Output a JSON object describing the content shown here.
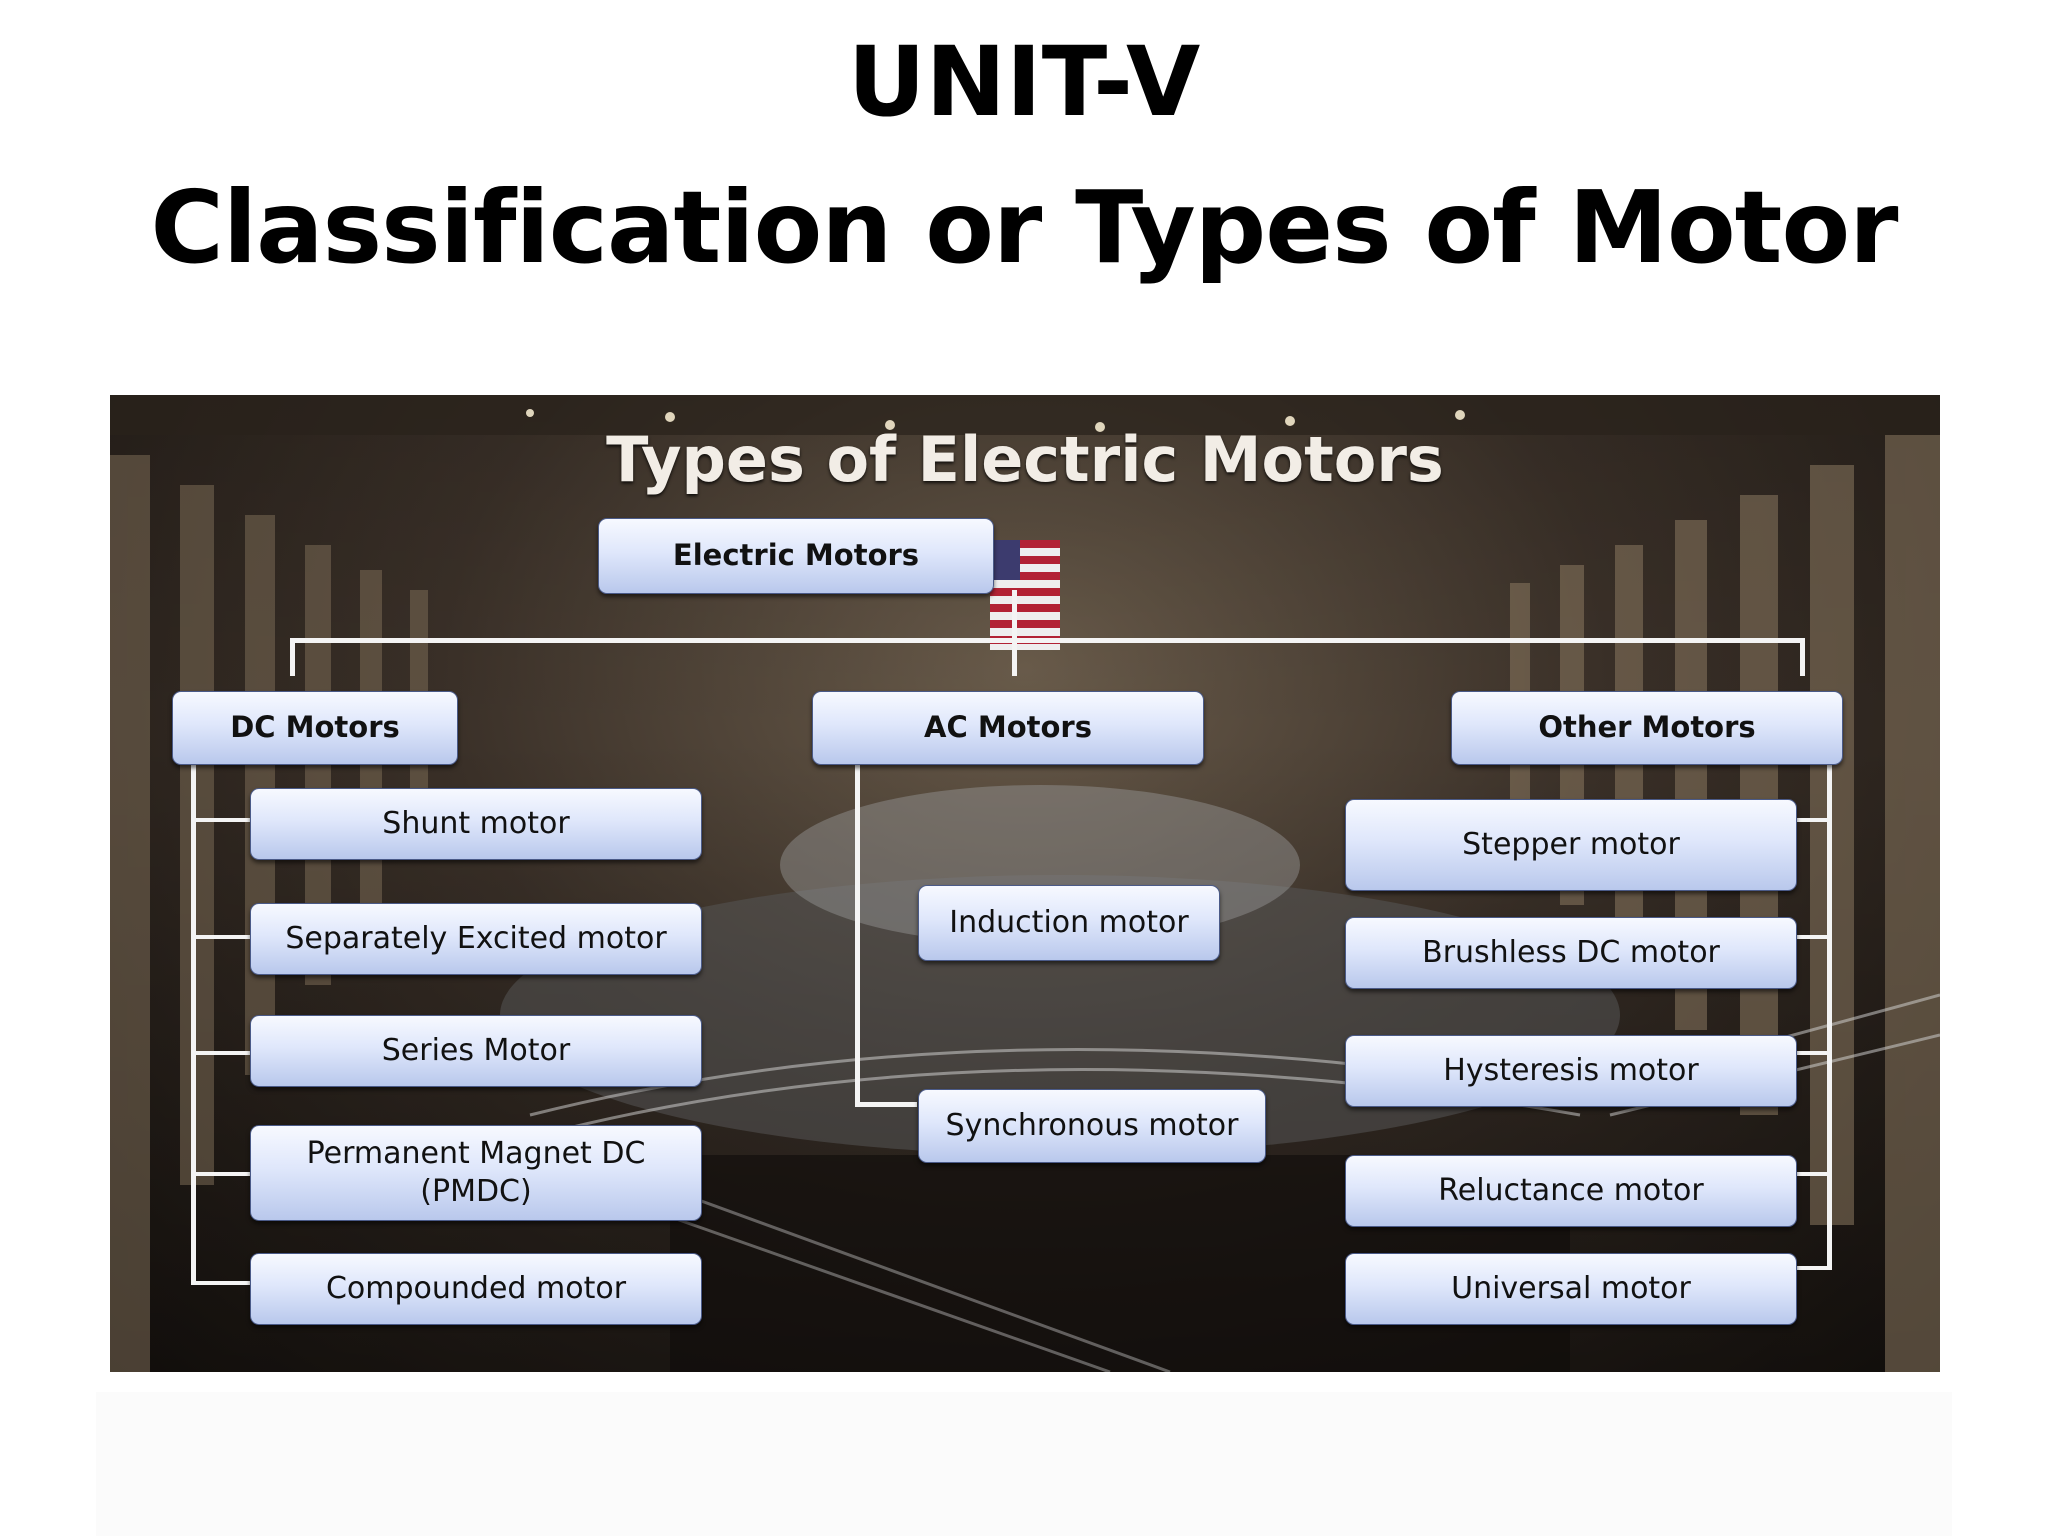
{
  "slide": {
    "title_line1": "UNIT-V",
    "title_line2": "Classification or Types of Motor"
  },
  "diagram": {
    "panel_title": "Types of Electric Motors",
    "root": "Electric Motors",
    "branches": [
      {
        "label": "DC Motors",
        "children": [
          "Shunt motor",
          "Separately Excited motor",
          "Series Motor",
          "Permanent Magnet DC (PMDC)",
          "Compounded motor"
        ]
      },
      {
        "label": "AC Motors",
        "children": [
          "Induction motor",
          "Synchronous motor"
        ]
      },
      {
        "label": "Other Motors",
        "children": [
          "Stepper motor",
          "Brushless DC motor",
          "Hysteresis motor",
          "Reluctance motor",
          "Universal motor"
        ]
      }
    ]
  }
}
